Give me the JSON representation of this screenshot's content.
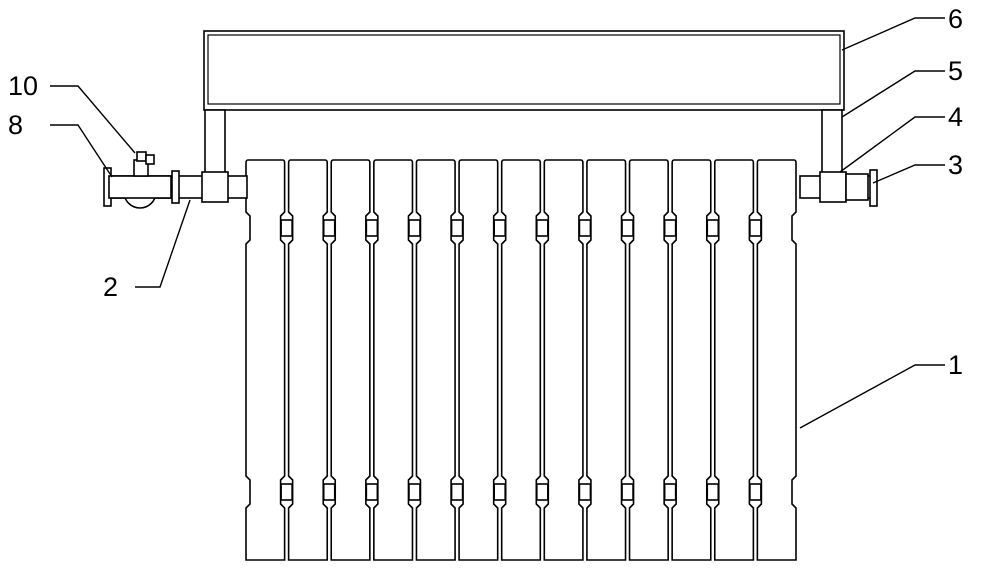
{
  "labels": {
    "l1": "1",
    "l2": "2",
    "l3": "3",
    "l4": "4",
    "l5": "5",
    "l6": "6",
    "l8": "8",
    "l10": "10"
  },
  "radiator": {
    "fin_count": 13
  }
}
